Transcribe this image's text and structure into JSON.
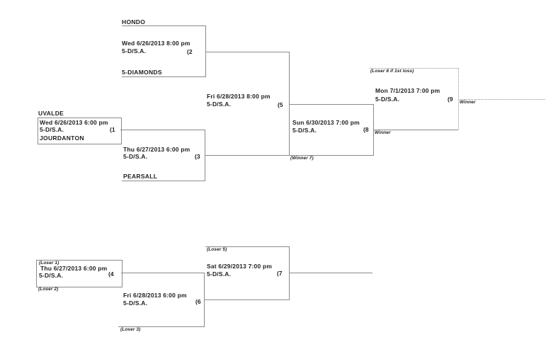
{
  "bracket": {
    "site_abbrev": "5-D/S.A.",
    "games": [
      {
        "number": "(1",
        "date": "Wed 6/26/2013 6:00 pm",
        "site": "5-D/S.A.",
        "team_top": "UVALDE",
        "team_bottom": "JOURDANTON"
      },
      {
        "number": "(2",
        "date": "Wed 6/26/2013 8:00 pm",
        "site": "5-D/S.A.",
        "team_top": "HONDO",
        "team_bottom": "5-DIAMONDS"
      },
      {
        "number": "(3",
        "date": "Thu 6/27/2013 6:00 pm",
        "site": "5-D/S.A.",
        "team_bottom": "PEARSALL"
      },
      {
        "number": "(4",
        "date": "Thu 6/27/2013 6:00 pm",
        "site": "5-D/S.A.",
        "label_top": "(Loser 1)",
        "label_bottom": "(Loser 2)"
      },
      {
        "number": "(5",
        "date": "Fri 6/28/2013 8:00 pm",
        "site": "5-D/S.A."
      },
      {
        "number": "(6",
        "date": "Fri 6/28/2013 6:00 pm",
        "site": "5-D/S.A.",
        "label_bottom": "(Loser 3)"
      },
      {
        "number": "(7",
        "date": "Sat 6/29/2013 7:00 pm",
        "site": "5-D/S.A.",
        "label_top": "(Loser 5)"
      },
      {
        "number": "(8",
        "date": "Sun 6/30/2013 7:00 pm",
        "site": "5-D/S.A.",
        "label_bottom": "(Winner 7)",
        "winner_label": "Winner"
      },
      {
        "number": "(9",
        "date": "Mon 7/1/2013 7:00 pm",
        "site": "5-D/S.A.",
        "label_top": "(Loser 8 if 1st loss)",
        "winner_label": "Winner"
      }
    ],
    "colors": {
      "line": "#8a8a8a",
      "text": "#222222"
    }
  }
}
